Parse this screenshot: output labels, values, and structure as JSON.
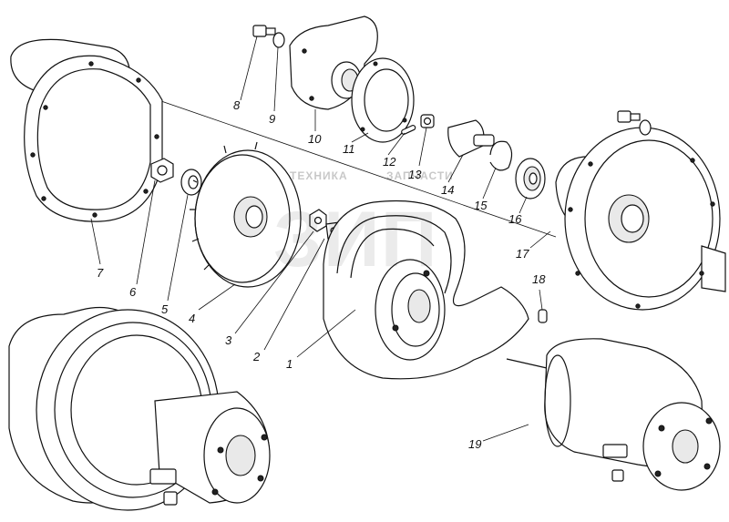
{
  "diagram": {
    "watermark": {
      "line1": "ТЕХНИКА",
      "line2": "ЗАПЧАСТИ",
      "logo": "ЗИП"
    },
    "callouts": [
      {
        "id": "1",
        "text": "1"
      },
      {
        "id": "2",
        "text": "2"
      },
      {
        "id": "3",
        "text": "3"
      },
      {
        "id": "4",
        "text": "4"
      },
      {
        "id": "5",
        "text": "5"
      },
      {
        "id": "6",
        "text": "6"
      },
      {
        "id": "7",
        "text": "7"
      },
      {
        "id": "8",
        "text": "8"
      },
      {
        "id": "9",
        "text": "9"
      },
      {
        "id": "10",
        "text": "10"
      },
      {
        "id": "11",
        "text": "11"
      },
      {
        "id": "12",
        "text": "12"
      },
      {
        "id": "13",
        "text": "13"
      },
      {
        "id": "14",
        "text": "14"
      },
      {
        "id": "15",
        "text": "15"
      },
      {
        "id": "16",
        "text": "16"
      },
      {
        "id": "17",
        "text": "17"
      },
      {
        "id": "18",
        "text": "18"
      },
      {
        "id": "19",
        "text": "19"
      }
    ]
  }
}
